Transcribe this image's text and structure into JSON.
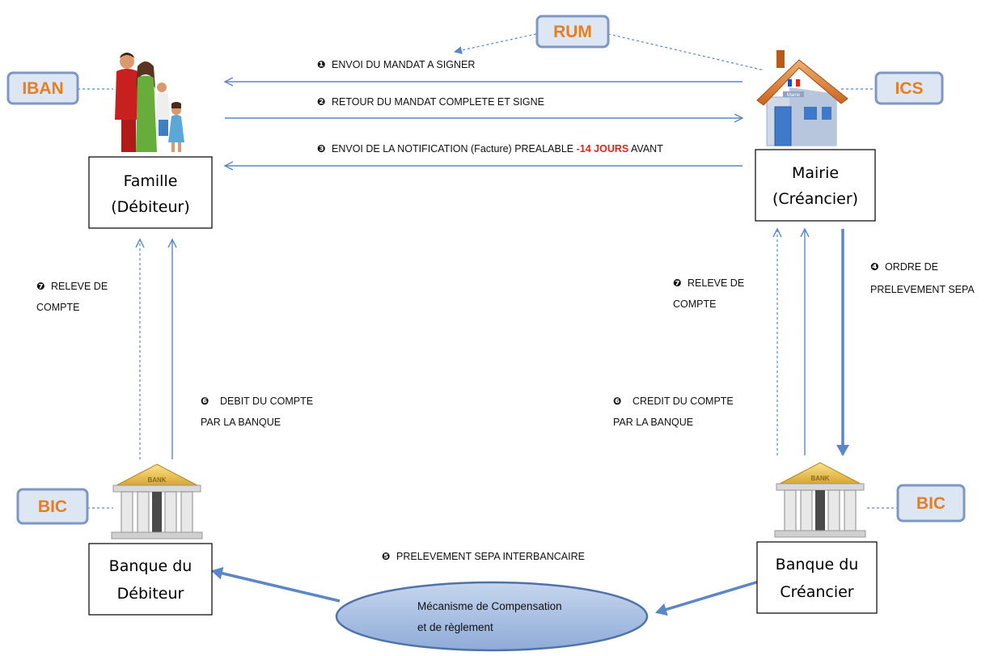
{
  "tags": {
    "rum": "RUM",
    "iban": "IBAN",
    "ics": "ICS",
    "bic_left": "BIC",
    "bic_right": "BIC"
  },
  "nodes": {
    "famille_line1": "Famille",
    "famille_line2": "(Débiteur)",
    "mairie_line1": "Mairie",
    "mairie_line2": "(Créancier)",
    "banque_deb_line1": "Banque du",
    "banque_deb_line2": "Débiteur",
    "banque_cre_line1": "Banque du",
    "banque_cre_line2": "Créancier",
    "compensation_line1": "Mécanisme de Compensation",
    "compensation_line2": "et de règlement"
  },
  "house_sign": "Mairie",
  "bank_sign": "BANK",
  "steps": {
    "s1_num": "❶",
    "s1_label": "ENVOI DU MANDAT A SIGNER",
    "s2_num": "❷",
    "s2_label": "RETOUR DU MANDAT COMPLETE ET SIGNE",
    "s3_num": "❸",
    "s3_label_a": "ENVOI DE LA NOTIFICATION (Facture) PREALABLE ",
    "s3_highlight": "-14 JOURS",
    "s3_label_b": " AVANT",
    "s4_num": "❹",
    "s4_line1": "ORDRE DE",
    "s4_line2": "PRELEVEMENT SEPA",
    "s5_num": "❺",
    "s5_label": "PRELEVEMENT SEPA INTERBANCAIRE",
    "s6_left_num": "❻",
    "s6_left_line1": "DEBIT DU COMPTE",
    "s6_left_line2": "PAR LA BANQUE",
    "s6_right_num": "❻",
    "s6_right_line1": "CREDIT DU COMPTE",
    "s6_right_line2": "PAR LA BANQUE",
    "s7_left_num": "❼",
    "s7_left_line1": "RELEVE DE",
    "s7_left_line2": "COMPTE",
    "s7_right_num": "❼",
    "s7_right_line1": "RELEVE DE",
    "s7_right_line2": "COMPTE"
  },
  "colors": {
    "arrow": "#5b87c6",
    "tag_fill": "#dde6f3",
    "tag_border": "#7f97c3",
    "tag_text": "#e67e22",
    "highlight": "#e0251b",
    "ellipse_fill": "#a9bfe0"
  },
  "icons": {
    "family": "family-icon",
    "house": "town-hall-icon",
    "bank": "bank-icon"
  }
}
